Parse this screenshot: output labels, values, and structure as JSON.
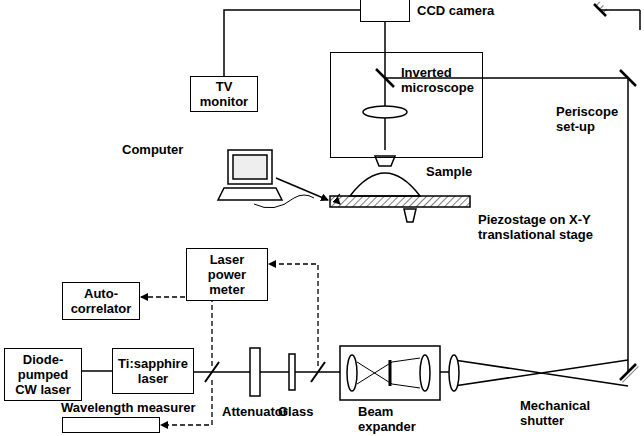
{
  "diagram": {
    "nodes": [
      {
        "text": [
          "CCD camera"
        ]
      },
      {
        "text": [
          "TV monitor"
        ]
      },
      {
        "text": [
          "Inverted microscope"
        ]
      },
      {
        "text": [
          "Laser power meter"
        ]
      },
      {
        "text": [
          "Auto-correlator"
        ]
      },
      {
        "text": [
          "Diode-pumped CW laser"
        ]
      },
      {
        "text": [
          "Ti:sapphire laser"
        ]
      },
      {
        "text": [
          "Wavelength measurer"
        ]
      }
    ],
    "edges": [
      {
        "from": 5,
        "to": 6,
        "arrow": "none"
      },
      {
        "from": 1,
        "to": 0,
        "arrow": "none"
      }
    ],
    "labels": [
      "Computer",
      "Sample",
      "Piezostage on X-Y translational stage",
      "Periscope set-up",
      "Mechanical shutter",
      "Attenuator",
      "Glass",
      "Beam expander"
    ]
  }
}
